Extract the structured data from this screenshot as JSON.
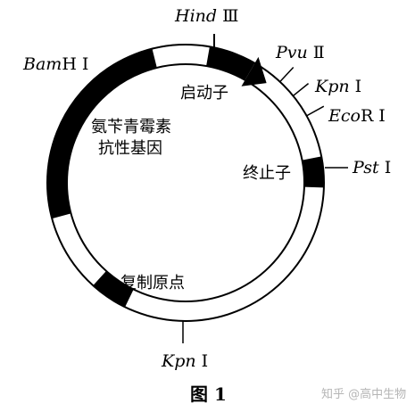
{
  "sites": {
    "hindiii": {
      "name": "Hind",
      "suffix": " Ⅲ"
    },
    "pvuii": {
      "name": "Pvu",
      "suffix": " Ⅱ"
    },
    "kpni_top": {
      "name": "Kpn",
      "suffix": " Ⅰ"
    },
    "ecori": {
      "name": "Eco",
      "suffix": "R Ⅰ"
    },
    "psti": {
      "name": "Pst",
      "suffix": " Ⅰ"
    },
    "bamhi": {
      "name": "Bam",
      "suffix": "H Ⅰ"
    },
    "kpni_bottom": {
      "name": "Kpn",
      "suffix": " Ⅰ"
    }
  },
  "regions": {
    "promoter": "启动子",
    "terminator": "终止子",
    "resistance_line1": "氨苄青霉素",
    "resistance_line2": "抗性基因",
    "origin": "复制原点"
  },
  "caption": "图 1",
  "watermark": "知乎 @高中生物"
}
